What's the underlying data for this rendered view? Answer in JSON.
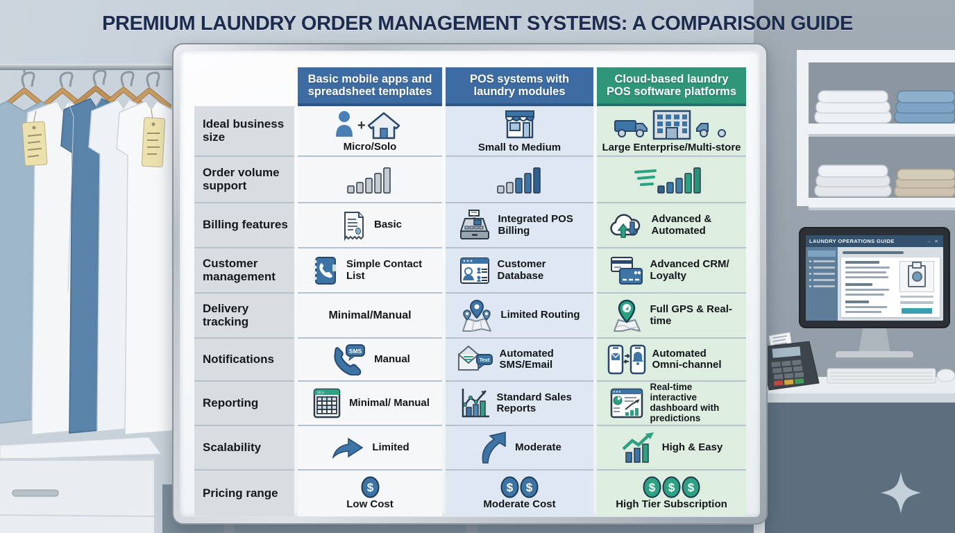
{
  "title": "PREMIUM LAUNDRY ORDER MANAGEMENT SYSTEMS: A COMPARISON GUIDE",
  "colors": {
    "header_blue": "#3d6ca3",
    "header_green": "#2f9778",
    "column_basic_bg": "#f5f7f8",
    "column_pos_bg": "#dfe8f2",
    "column_cloud_bg": "#ddeee1",
    "label_bg": "#d8dde2",
    "icon_blue": "#3c74a6",
    "icon_teal": "#2fa183",
    "title_navy": "#1d2c4e"
  },
  "table": {
    "columns": [
      {
        "label": "Basic mobile apps and spreadsheet templates",
        "color": "#3d6ca3"
      },
      {
        "label": "POS systems with laundry modules",
        "color": "#3d6ca3"
      },
      {
        "label": "Cloud-based laundry POS software platforms",
        "color": "#2f9778"
      }
    ],
    "rows": [
      {
        "label": "Ideal business size",
        "layout": "stacked",
        "cells": [
          {
            "icon": "person-plus-home-icon",
            "text": "Micro/Solo"
          },
          {
            "icon": "storefront-icon",
            "text": "Small to Medium"
          },
          {
            "icon": "trucks-building-icon",
            "text": "Large Enterprise/Multi-store"
          }
        ]
      },
      {
        "label": "Order volume support",
        "layout": "icons",
        "cells": [
          {
            "icon": "bar-growth-gray-icon",
            "text": ""
          },
          {
            "icon": "bar-growth-blue-icon",
            "text": ""
          },
          {
            "icon": "bar-growth-green-speed-icon",
            "text": ""
          }
        ]
      },
      {
        "label": "Billing features",
        "layout": "inline",
        "cells": [
          {
            "icon": "receipt-icon",
            "text": "Basic"
          },
          {
            "icon": "cash-register-icon",
            "text": "Integrated POS Billing"
          },
          {
            "icon": "cloud-sync-icon",
            "text": "Advanced & Automated"
          }
        ]
      },
      {
        "label": "Customer management",
        "layout": "inline",
        "cells": [
          {
            "icon": "contact-book-icon",
            "text": "Simple Contact List"
          },
          {
            "icon": "customer-profile-icon",
            "text": "Customer Database"
          },
          {
            "icon": "loyalty-cards-icon",
            "text": "Advanced CRM/ Loyalty"
          }
        ]
      },
      {
        "label": "Delivery tracking",
        "layout": "inline",
        "cells": [
          {
            "icon": "",
            "text": "Minimal/Manual"
          },
          {
            "icon": "map-pins-icon",
            "text": "Limited Routing"
          },
          {
            "icon": "gps-pin-map-icon",
            "text": "Full GPS & Real-time"
          }
        ]
      },
      {
        "label": "Notifications",
        "layout": "inline",
        "cells": [
          {
            "icon": "phone-sms-icon",
            "icon_badge": "SMS",
            "text": "Manual"
          },
          {
            "icon": "email-text-icon",
            "icon_badge": "Text",
            "text": "Automated SMS/Email"
          },
          {
            "icon": "omni-phones-icon",
            "text": "Automated Omni-channel"
          }
        ]
      },
      {
        "label": "Reporting",
        "layout": "inline",
        "cells": [
          {
            "icon": "spreadsheet-icon",
            "text": "Minimal/ Manual"
          },
          {
            "icon": "sales-chart-icon",
            "text": "Standard Sales Reports"
          },
          {
            "icon": "dashboard-icon",
            "text": "Real-time interactive dashboard with predictions"
          }
        ]
      },
      {
        "label": "Scalability",
        "layout": "inline",
        "cells": [
          {
            "icon": "arrow-right-icon",
            "text": "Limited"
          },
          {
            "icon": "arrow-up-curve-icon",
            "text": "Moderate"
          },
          {
            "icon": "growth-arrow-chart-icon",
            "text": "High & Easy"
          }
        ]
      },
      {
        "label": "Pricing range",
        "layout": "stacked",
        "cells": [
          {
            "icon": "dollar-coin-icon",
            "coins": 1,
            "text": "Low Cost"
          },
          {
            "icon": "dollar-coin-icon",
            "coins": 2,
            "text": "Moderate Cost"
          },
          {
            "icon": "dollar-coin-icon",
            "coins": 3,
            "text": "High Tier Subscription"
          }
        ]
      }
    ]
  },
  "monitor": {
    "title": "LAUNDRY OPERATIONS GUIDE",
    "titlebar_icons": "–  ✕"
  }
}
